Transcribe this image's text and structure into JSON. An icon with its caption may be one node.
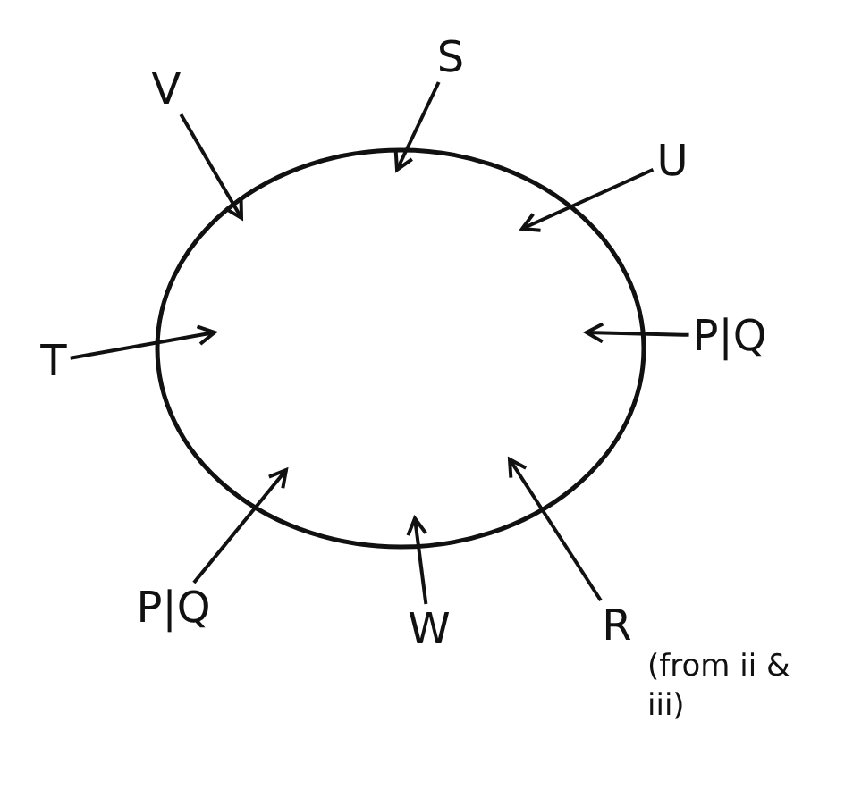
{
  "diagram": {
    "nodes": [
      {
        "text": [],
        "shape": "circle"
      },
      {
        "text": [
          "V"
        ]
      },
      {
        "text": [
          "S"
        ]
      },
      {
        "text": [
          "U"
        ]
      },
      {
        "text": [
          "P|Q"
        ]
      },
      {
        "text": [
          "T"
        ]
      },
      {
        "text": [
          "P|Q"
        ]
      },
      {
        "text": [
          "W"
        ]
      },
      {
        "text": [
          "R"
        ],
        "beside": [
          "(from ii & iii)"
        ]
      }
    ],
    "edges": [
      {
        "from": 1,
        "to": 0,
        "arrow": "to"
      },
      {
        "from": 2,
        "to": 0,
        "arrow": "to"
      },
      {
        "from": 3,
        "to": 0,
        "arrow": "to"
      },
      {
        "from": 4,
        "to": 0,
        "arrow": "to"
      },
      {
        "from": 5,
        "to": 0,
        "arrow": "to"
      },
      {
        "from": 6,
        "to": 0,
        "arrow": "to"
      },
      {
        "from": 7,
        "to": 0,
        "arrow": "to"
      },
      {
        "from": 8,
        "to": 0,
        "arrow": "to"
      }
    ]
  }
}
